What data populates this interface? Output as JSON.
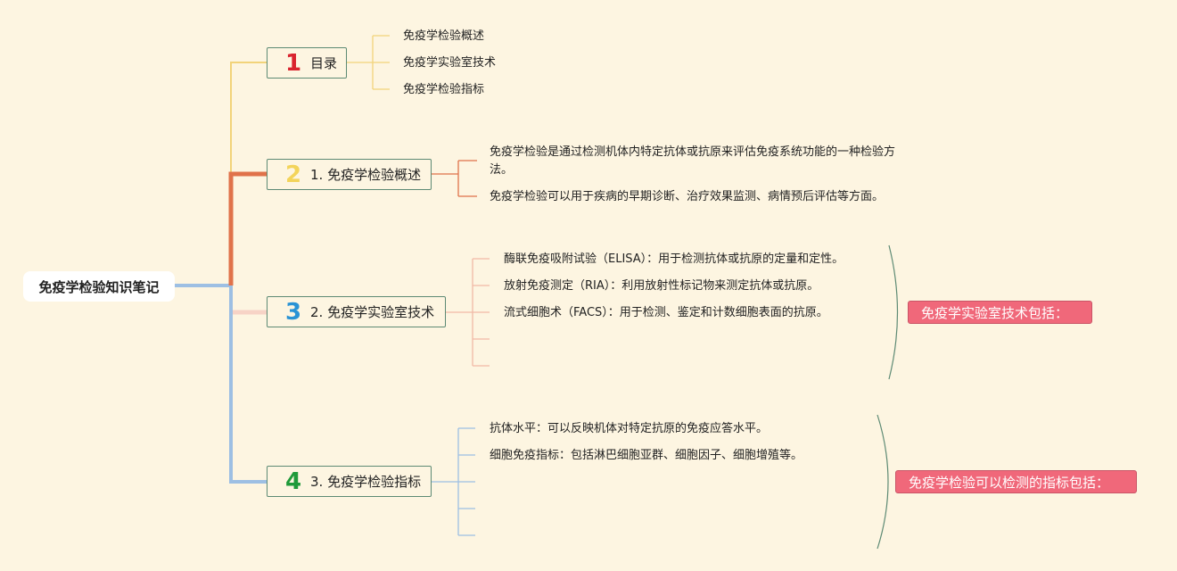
{
  "root": {
    "label": "免疫学检验知识笔记"
  },
  "topics": [
    {
      "num": "1",
      "num_color": "#d9232e",
      "label": "目录",
      "children": [
        "免疫学检验概述",
        "免疫学实验室技术",
        "免疫学检验指标"
      ]
    },
    {
      "num": "2",
      "num_color": "#f3d45a",
      "label": "1. 免疫学检验概述",
      "children": [
        "免疫学检验是通过检测机体内特定抗体或抗原来评估免疫系统功能的一种检验方",
        "法。",
        "免疫学检验可以用于疾病的早期诊断、治疗效果监测、病情预后评估等方面。"
      ]
    },
    {
      "num": "3",
      "num_color": "#2a93d5",
      "label": "2. 免疫学实验室技术",
      "children": [
        "酶联免疫吸附试验（ELISA）：用于检测抗体或抗原的定量和定性。",
        "放射免疫测定（RIA）：利用放射性标记物来测定抗体或抗原。",
        "流式细胞术（FACS）：用于检测、鉴定和计数细胞表面的抗原。"
      ],
      "summary": "免疫学实验室技术包括："
    },
    {
      "num": "4",
      "num_color": "#1f9a3a",
      "label": "3. 免疫学检验指标",
      "children": [
        "抗体水平：可以反映机体对特定抗原的免疫应答水平。",
        "细胞免疫指标：包括淋巴细胞亚群、细胞因子、细胞增殖等。"
      ],
      "summary": "免疫学检验可以检测的指标包括："
    }
  ],
  "colors": {
    "background": "#fdf5e1",
    "branch1": "#f2d37a",
    "branch2": "#e0724a",
    "branch3": "#f7d3c6",
    "branch4": "#9dbfe3",
    "tag": "#f0687a",
    "border": "#5d8a74"
  }
}
